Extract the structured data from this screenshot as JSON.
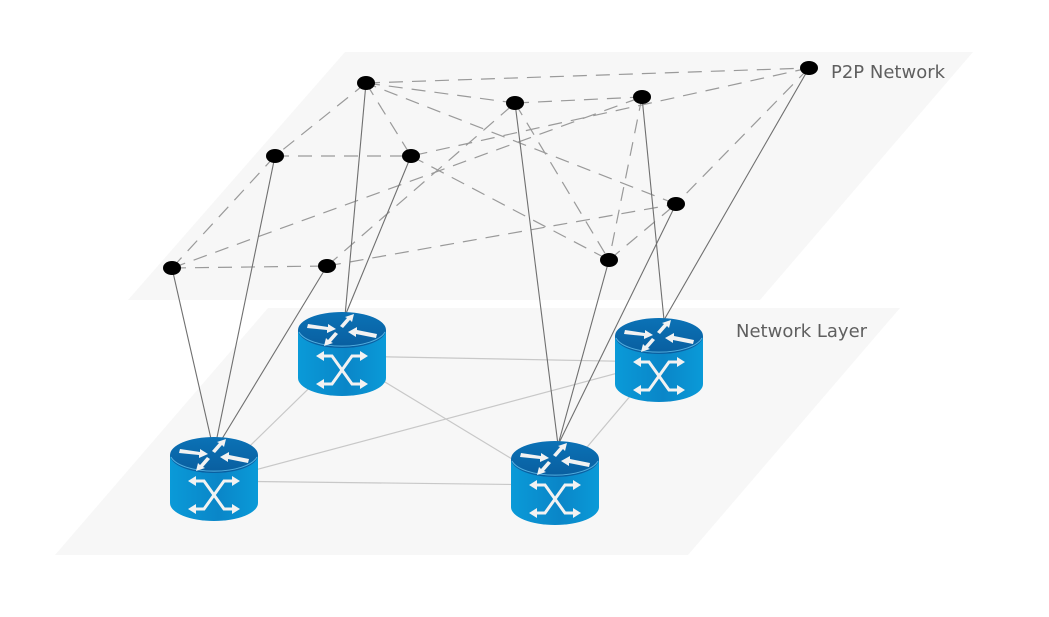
{
  "layers": {
    "top": {
      "label": "P2P Network"
    },
    "bottom": {
      "label": "Network Layer"
    }
  },
  "colors": {
    "plane": "#f7f7f7",
    "peer_node": "#000000",
    "router_top": "#0a6aae",
    "router_body_light": "#0aa0dc",
    "router_body_dark": "#0076bb",
    "router_glyph": "#f2f2f2",
    "p2p_edge": "#9a9a9a",
    "cross_link": "#6f6f6f",
    "net_link": "#c8c8c8",
    "label": "#5f5f5f"
  },
  "peers": [
    {
      "id": "n1"
    },
    {
      "id": "n2"
    },
    {
      "id": "n3"
    },
    {
      "id": "n4"
    },
    {
      "id": "n5"
    },
    {
      "id": "n6"
    },
    {
      "id": "n7"
    },
    {
      "id": "n8"
    },
    {
      "id": "n9"
    },
    {
      "id": "n10"
    }
  ],
  "routers": [
    {
      "id": "A",
      "icon": "router-icon"
    },
    {
      "id": "B",
      "icon": "router-icon"
    },
    {
      "id": "C",
      "icon": "router-icon"
    },
    {
      "id": "D",
      "icon": "router-icon"
    }
  ],
  "p2p_edges": [
    [
      "n1",
      "n4"
    ],
    [
      "n1",
      "n2"
    ],
    [
      "n2",
      "n3"
    ],
    [
      "n1",
      "n5"
    ],
    [
      "n1",
      "n6"
    ],
    [
      "n5",
      "n6"
    ],
    [
      "n5",
      "n8"
    ],
    [
      "n8",
      "n9"
    ],
    [
      "n8",
      "n3"
    ],
    [
      "n9",
      "n2"
    ],
    [
      "n9",
      "n7"
    ],
    [
      "n2",
      "n10"
    ],
    [
      "n6",
      "n10"
    ],
    [
      "n3",
      "n10"
    ],
    [
      "n4",
      "n7"
    ],
    [
      "n4",
      "n6"
    ],
    [
      "n7",
      "n1"
    ],
    [
      "n10",
      "n7"
    ]
  ],
  "cross_links": [
    [
      "n8",
      "A"
    ],
    [
      "n5",
      "A"
    ],
    [
      "n9",
      "A"
    ],
    [
      "n1",
      "B"
    ],
    [
      "n6",
      "B"
    ],
    [
      "n2",
      "C"
    ],
    [
      "n10",
      "C"
    ],
    [
      "n7",
      "C"
    ],
    [
      "n3",
      "D"
    ],
    [
      "n4",
      "D"
    ]
  ],
  "network_links": [
    [
      "A",
      "B"
    ],
    [
      "A",
      "C"
    ],
    [
      "A",
      "D"
    ],
    [
      "B",
      "C"
    ],
    [
      "B",
      "D"
    ],
    [
      "C",
      "D"
    ]
  ]
}
